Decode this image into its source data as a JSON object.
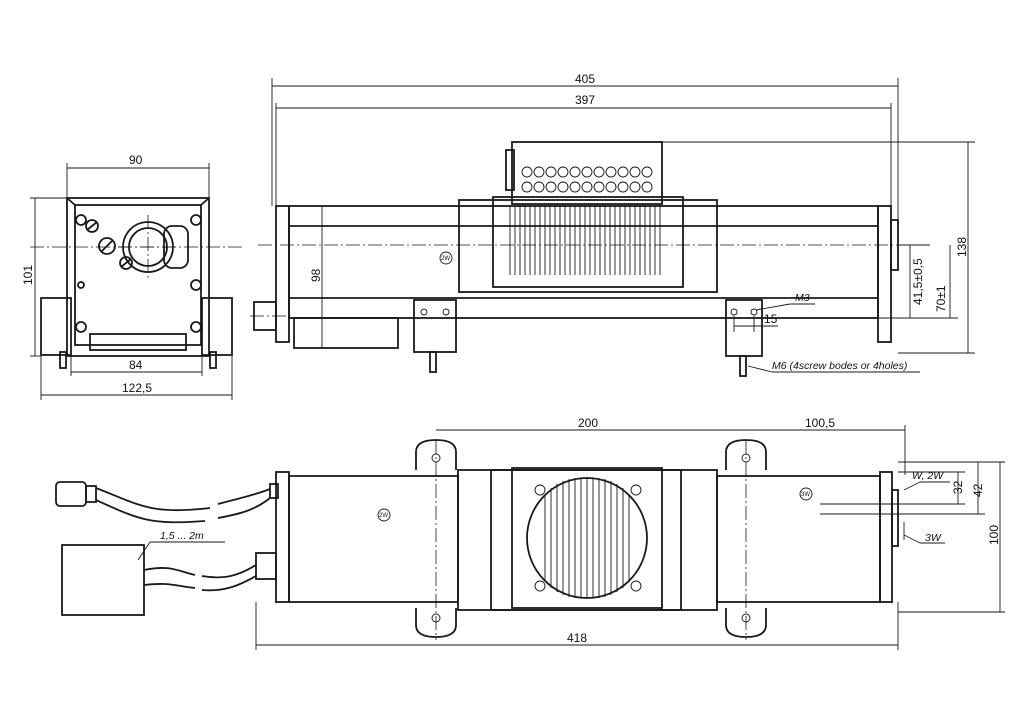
{
  "dimensions": {
    "overall_length": "405",
    "body_length": "397",
    "side_width": "90",
    "side_height": "101",
    "side_base_inner": "84",
    "side_base_outer": "122,5",
    "body_height": "98",
    "total_height": "138",
    "axis_height": "41,5±0,5",
    "mount_height": "70±1",
    "hole_offset": "15",
    "hole_spacing": "200",
    "end_offset": "100,5",
    "base_length": "418",
    "slot_32": "32",
    "slot_42": "42",
    "plan_width": "100",
    "cable_length": "1,5 ... 2m"
  },
  "notes": {
    "thread": "M3",
    "mount_screw": "M6 (4screw bodes or 4holes)",
    "mark_2w_a": "2W",
    "mark_2w_b": "2W",
    "mark_3w": "3W",
    "slot_label": "W, 2W",
    "slot_label_b": "3W"
  }
}
